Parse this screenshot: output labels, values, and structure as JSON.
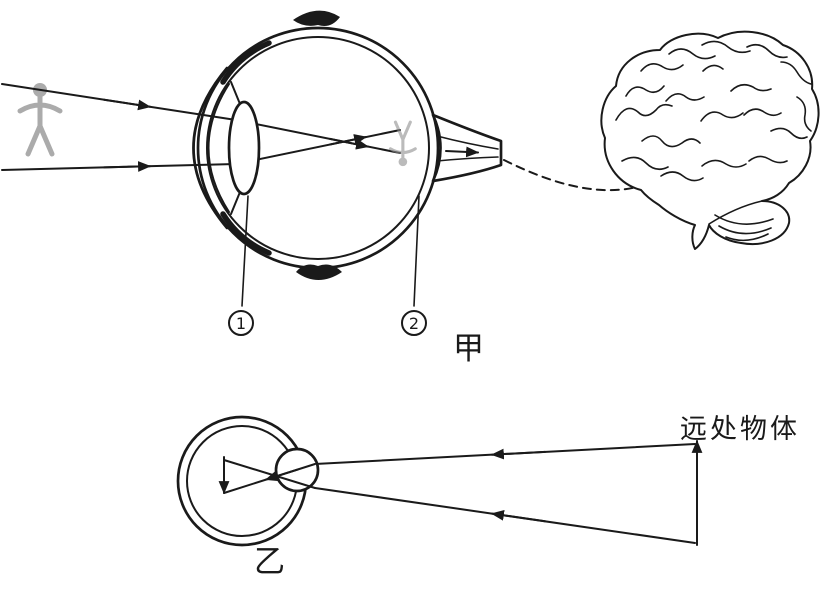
{
  "figure": {
    "background": "#ffffff",
    "ink_color": "#1a1a1a",
    "gray_figure_color": "#8f8f8f",
    "top_diagram": {
      "lens_label_number": "1",
      "retina_label_number": "2",
      "caption": "甲"
    },
    "bottom_diagram": {
      "distant_object_label": "远处物体",
      "caption": "乙"
    }
  }
}
